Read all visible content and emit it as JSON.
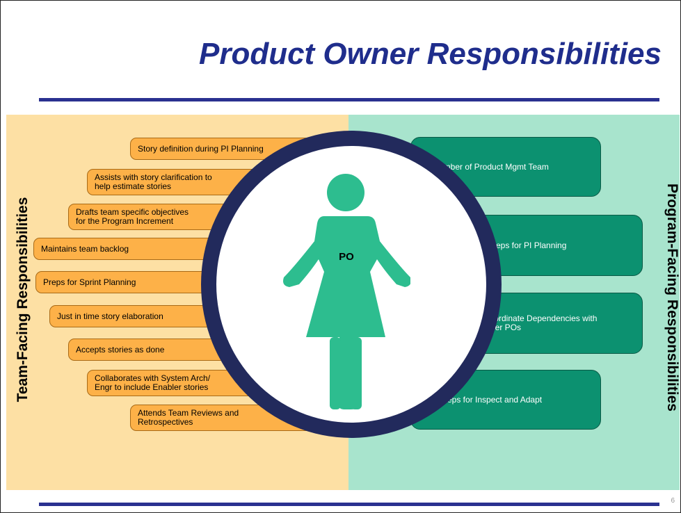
{
  "slide": {
    "title": "Product Owner Responsibilities",
    "page_number": "6",
    "center_label": "PO"
  },
  "team_facing": {
    "heading": "Team-Facing Responsibilities",
    "items": [
      {
        "line1": "Story definition during PI Planning",
        "line2": ""
      },
      {
        "line1": "Assists with story clarification to",
        "line2": "help estimate stories"
      },
      {
        "line1": "Drafts team specific objectives",
        "line2": "for the Program Increment"
      },
      {
        "line1": "Maintains team backlog",
        "line2": ""
      },
      {
        "line1": "Preps for Sprint Planning",
        "line2": ""
      },
      {
        "line1": "Just in time story elaboration",
        "line2": ""
      },
      {
        "line1": "Accepts stories as done",
        "line2": ""
      },
      {
        "line1": "Collaborates with System Arch/",
        "line2": "Engr to include Enabler stories"
      },
      {
        "line1": "Attends Team Reviews and",
        "line2": "Retrospectives"
      }
    ]
  },
  "program_facing": {
    "heading": "Program-Facing Responsibilities",
    "items": [
      {
        "line1": "Member of Product Mgmt Team",
        "line2": ""
      },
      {
        "line1": "Preps for PI Planning",
        "line2": ""
      },
      {
        "line1": "Coordinate Dependencies with",
        "line2": "other POs"
      },
      {
        "line1": "Preps for Inspect and Adapt",
        "line2": ""
      }
    ]
  },
  "colors": {
    "title": "#1f2d8c",
    "rule": "#2a3190",
    "team_panel": "#fde0a4",
    "program_panel": "#a8e4cd",
    "team_box": "#fdb148",
    "program_box": "#0c9170",
    "ring": "#222a5c",
    "figure": "#2dbd8f"
  }
}
